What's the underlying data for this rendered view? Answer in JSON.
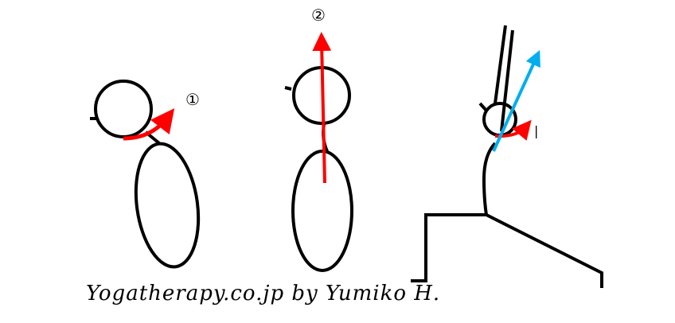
{
  "labels": {
    "step1": "①",
    "step2": "②",
    "tick": "|"
  },
  "credit": "Yogatherapy.co.jp by Yumiko H.",
  "colors": {
    "stroke": "#000000",
    "red_arrow": "#ff0000",
    "blue_arrow": "#00aeef"
  }
}
